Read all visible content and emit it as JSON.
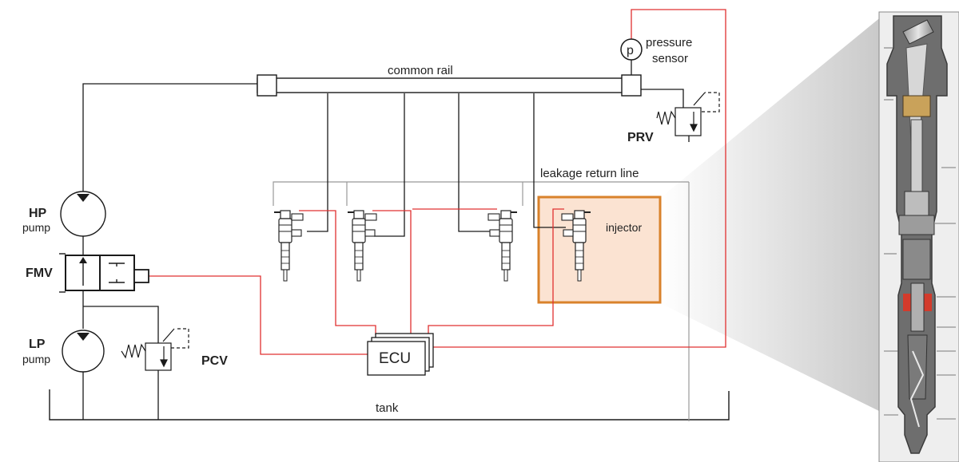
{
  "labels": {
    "common_rail": "common rail",
    "pressure_sensor_symbol": "p",
    "pressure_sensor_line1": "pressure",
    "pressure_sensor_line2": "sensor",
    "prv": "PRV",
    "leakage_return_line": "leakage return line",
    "injector": "injector",
    "hp_main": "HP",
    "hp_sub": "pump",
    "fmv": "FMV",
    "lp_main": "LP",
    "lp_sub": "pump",
    "pcv": "PCV",
    "ecu": "ECU",
    "tank": "tank"
  },
  "colors": {
    "hydraulic_line": "#1a1a1a",
    "electric_line": "#e03030",
    "return_line": "#999999",
    "highlight_fill": "#fbe3d2",
    "highlight_border": "#d9822b",
    "zoom_cone": "#d8d8d8"
  },
  "icons": [
    "pump-symbol",
    "valve-symbol",
    "injector-icon",
    "ecu-block",
    "pressure-sensor-symbol",
    "injector-cutaway-image"
  ]
}
